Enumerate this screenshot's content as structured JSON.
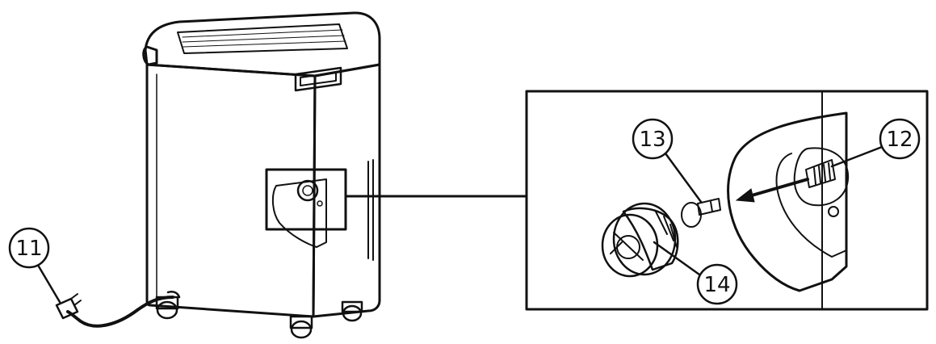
{
  "callouts": {
    "c11": "11",
    "c12": "12",
    "c13": "13",
    "c14": "14"
  },
  "colors": {
    "stroke": "#111111",
    "background": "#ffffff",
    "fill_light": "#f4f4f4",
    "fill_grey": "#8a8a8a"
  }
}
